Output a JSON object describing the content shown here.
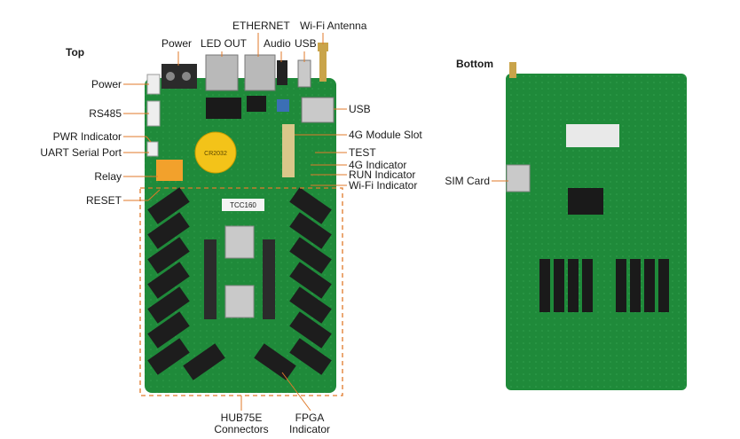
{
  "sections": {
    "top": "Top",
    "bottom": "Bottom"
  },
  "labels": {
    "power_top": "Power",
    "led_out": "LED OUT",
    "ethernet": "ETHERNET",
    "audio": "Audio",
    "usb_top": "USB",
    "wifi_antenna": "Wi-Fi Antenna",
    "power_left": "Power",
    "rs485": "RS485",
    "pwr_indicator": "PWR Indicator",
    "uart": "UART Serial Port",
    "relay": "Relay",
    "reset": "RESET",
    "usb_right": "USB",
    "module_4g": "4G Module Slot",
    "test": "TEST",
    "indicator_4g": "4G Indicator",
    "run_indicator": "RUN Indicator",
    "wifi_indicator": "Wi-Fi Indicator",
    "hub75e_line1": "HUB75E",
    "hub75e_line2": "Connectors",
    "fpga_line1": "FPGA",
    "fpga_line2": "Indicator",
    "sim_card": "SIM Card"
  },
  "board_text": {
    "model": "TCC160",
    "battery": "CR2032"
  },
  "colors": {
    "pcb": "#1f8a3a",
    "pcb_dark": "#15702c",
    "leader": "#e07a2a",
    "text": "#1a1a1a"
  }
}
